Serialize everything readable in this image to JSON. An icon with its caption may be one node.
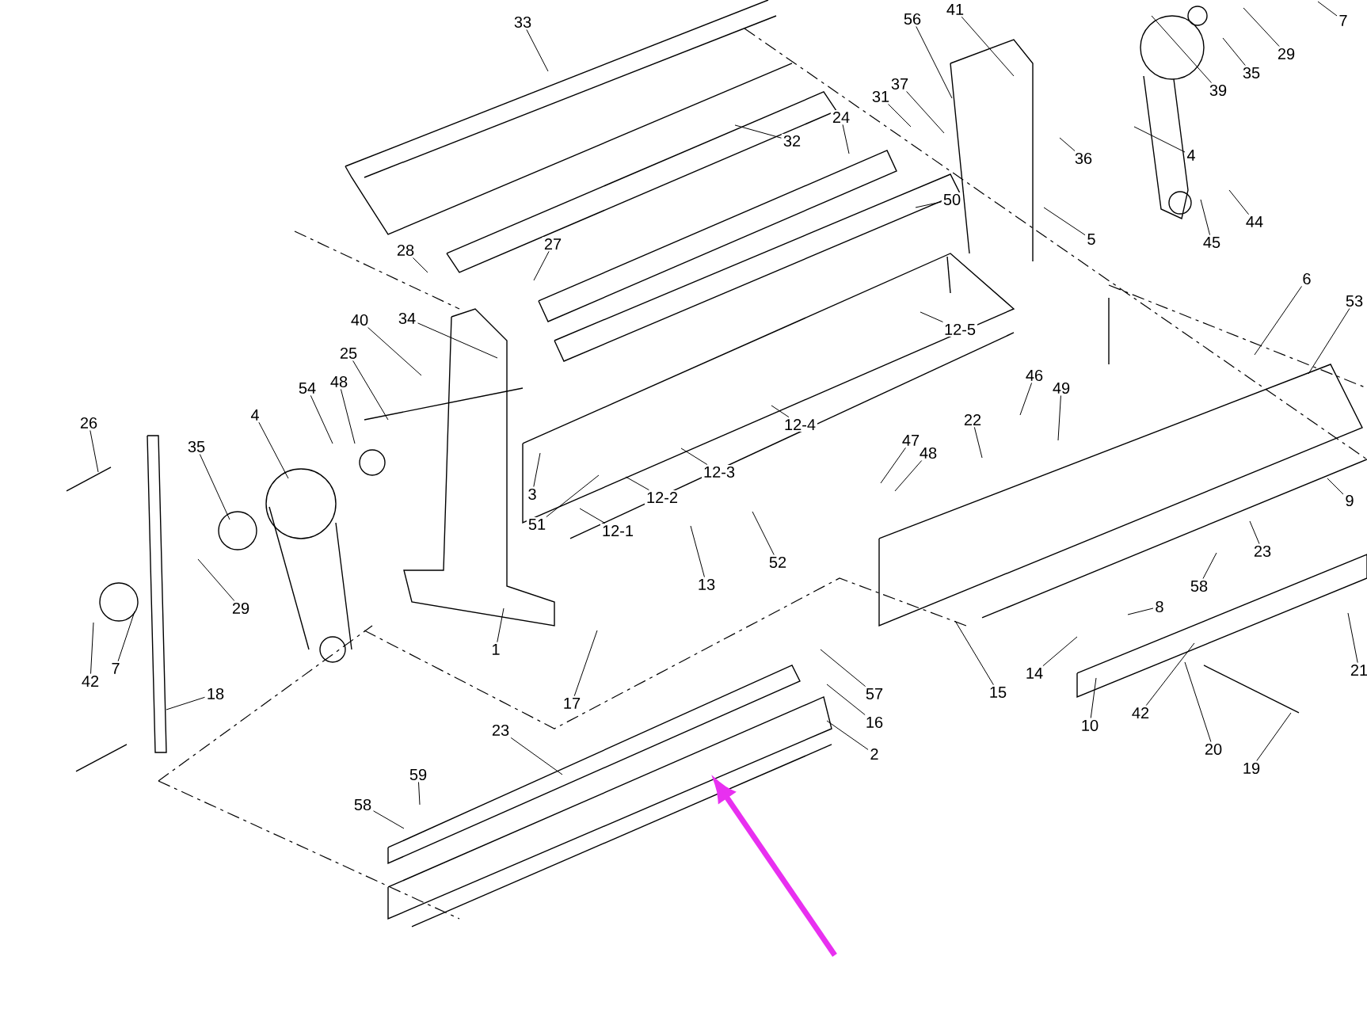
{
  "diagram": {
    "nodes": [
      {
        "text": [
          "33"
        ]
      },
      {
        "text": [
          "56"
        ]
      },
      {
        "text": [
          "41"
        ]
      },
      {
        "text": [
          "39"
        ]
      },
      {
        "text": [
          "35"
        ]
      },
      {
        "text": [
          "29"
        ]
      },
      {
        "text": [
          "7"
        ]
      },
      {
        "text": [
          "37"
        ]
      },
      {
        "text": [
          "31"
        ]
      },
      {
        "text": [
          "24"
        ]
      },
      {
        "text": [
          "32"
        ]
      },
      {
        "text": [
          "36"
        ]
      },
      {
        "text": [
          "4"
        ]
      },
      {
        "text": [
          "50"
        ]
      },
      {
        "text": [
          "44"
        ]
      },
      {
        "text": [
          "45"
        ]
      },
      {
        "text": [
          "5"
        ]
      },
      {
        "text": [
          "28"
        ]
      },
      {
        "text": [
          "27"
        ]
      },
      {
        "text": [
          "6"
        ]
      },
      {
        "text": [
          "53"
        ]
      },
      {
        "text": [
          "12-5"
        ]
      },
      {
        "text": [
          "40"
        ]
      },
      {
        "text": [
          "34"
        ]
      },
      {
        "text": [
          "25"
        ]
      },
      {
        "text": [
          "46"
        ]
      },
      {
        "text": [
          "49"
        ]
      },
      {
        "text": [
          "12-4"
        ]
      },
      {
        "text": [
          "22"
        ]
      },
      {
        "text": [
          "54"
        ]
      },
      {
        "text": [
          "48"
        ]
      },
      {
        "text": [
          "47"
        ]
      },
      {
        "text": [
          "48"
        ]
      },
      {
        "text": [
          "26"
        ]
      },
      {
        "text": [
          "35"
        ]
      },
      {
        "text": [
          "4"
        ]
      },
      {
        "text": [
          "12-3"
        ]
      },
      {
        "text": [
          "12-2"
        ]
      },
      {
        "text": [
          "3"
        ]
      },
      {
        "text": [
          "51"
        ]
      },
      {
        "text": [
          "12-1"
        ]
      },
      {
        "text": [
          "9"
        ]
      },
      {
        "text": [
          "23"
        ]
      },
      {
        "text": [
          "58"
        ]
      },
      {
        "text": [
          "13"
        ]
      },
      {
        "text": [
          "52"
        ]
      },
      {
        "text": [
          "8"
        ]
      },
      {
        "text": [
          "29"
        ]
      },
      {
        "text": [
          "42"
        ]
      },
      {
        "text": [
          "7"
        ]
      },
      {
        "text": [
          "1"
        ]
      },
      {
        "text": [
          "17"
        ]
      },
      {
        "text": [
          "18"
        ]
      },
      {
        "text": [
          "15"
        ]
      },
      {
        "text": [
          "14"
        ]
      },
      {
        "text": [
          "10"
        ]
      },
      {
        "text": [
          "42"
        ]
      },
      {
        "text": [
          "20"
        ]
      },
      {
        "text": [
          "19"
        ]
      },
      {
        "text": [
          "21"
        ]
      },
      {
        "text": [
          "57"
        ]
      },
      {
        "text": [
          "16"
        ]
      },
      {
        "text": [
          "2"
        ]
      },
      {
        "text": [
          "23"
        ]
      },
      {
        "text": [
          "59"
        ]
      },
      {
        "text": [
          "58"
        ]
      }
    ],
    "edges": [
      {
        "from": 0,
        "to": null,
        "arrow": "none"
      },
      {
        "from": 1,
        "to": null,
        "arrow": "none"
      },
      {
        "from": 2,
        "to": null,
        "arrow": "none"
      },
      {
        "from": 3,
        "to": null,
        "arrow": "none"
      },
      {
        "from": 4,
        "to": null,
        "arrow": "none"
      },
      {
        "from": 5,
        "to": null,
        "arrow": "none"
      },
      {
        "from": 6,
        "to": null,
        "arrow": "none"
      },
      {
        "from": 7,
        "to": null,
        "arrow": "none"
      },
      {
        "from": 8,
        "to": null,
        "arrow": "none"
      },
      {
        "from": 9,
        "to": null,
        "arrow": "none"
      },
      {
        "from": 10,
        "to": null,
        "arrow": "none"
      },
      {
        "from": 11,
        "to": null,
        "arrow": "none"
      },
      {
        "from": 12,
        "to": null,
        "arrow": "none"
      },
      {
        "from": 13,
        "to": null,
        "arrow": "none"
      },
      {
        "from": 14,
        "to": null,
        "arrow": "none"
      },
      {
        "from": 15,
        "to": null,
        "arrow": "none"
      },
      {
        "from": 16,
        "to": null,
        "arrow": "none"
      },
      {
        "from": 17,
        "to": null,
        "arrow": "none"
      },
      {
        "from": 18,
        "to": null,
        "arrow": "none"
      },
      {
        "from": 19,
        "to": null,
        "arrow": "none"
      },
      {
        "from": 20,
        "to": null,
        "arrow": "none"
      },
      {
        "from": 21,
        "to": null,
        "arrow": "none"
      },
      {
        "from": 22,
        "to": null,
        "arrow": "none"
      },
      {
        "from": 23,
        "to": null,
        "arrow": "none"
      },
      {
        "from": 24,
        "to": null,
        "arrow": "none"
      },
      {
        "from": 25,
        "to": null,
        "arrow": "none"
      },
      {
        "from": 26,
        "to": null,
        "arrow": "none"
      },
      {
        "from": 27,
        "to": null,
        "arrow": "none"
      },
      {
        "from": 28,
        "to": null,
        "arrow": "none"
      },
      {
        "from": 29,
        "to": null,
        "arrow": "none"
      },
      {
        "from": 30,
        "to": null,
        "arrow": "none"
      },
      {
        "from": 31,
        "to": null,
        "arrow": "none"
      },
      {
        "from": 32,
        "to": null,
        "arrow": "none"
      },
      {
        "from": 33,
        "to": null,
        "arrow": "none"
      },
      {
        "from": 34,
        "to": null,
        "arrow": "none"
      },
      {
        "from": 35,
        "to": null,
        "arrow": "none"
      },
      {
        "from": 36,
        "to": null,
        "arrow": "none"
      },
      {
        "from": 37,
        "to": null,
        "arrow": "none"
      },
      {
        "from": 38,
        "to": null,
        "arrow": "none"
      },
      {
        "from": 39,
        "to": null,
        "arrow": "none"
      },
      {
        "from": 40,
        "to": null,
        "arrow": "none"
      },
      {
        "from": 41,
        "to": null,
        "arrow": "none"
      },
      {
        "from": 42,
        "to": null,
        "arrow": "none"
      },
      {
        "from": 43,
        "to": null,
        "arrow": "none"
      },
      {
        "from": 44,
        "to": null,
        "arrow": "none"
      },
      {
        "from": 45,
        "to": null,
        "arrow": "none"
      },
      {
        "from": 46,
        "to": null,
        "arrow": "none"
      },
      {
        "from": 47,
        "to": null,
        "arrow": "none"
      },
      {
        "from": 48,
        "to": null,
        "arrow": "none"
      },
      {
        "from": 49,
        "to": null,
        "arrow": "none"
      },
      {
        "from": 50,
        "to": null,
        "arrow": "none"
      },
      {
        "from": 51,
        "to": null,
        "arrow": "none"
      },
      {
        "from": 52,
        "to": null,
        "arrow": "none"
      },
      {
        "from": 53,
        "to": null,
        "arrow": "none"
      },
      {
        "from": 54,
        "to": null,
        "arrow": "none"
      },
      {
        "from": 55,
        "to": null,
        "arrow": "none"
      },
      {
        "from": 56,
        "to": null,
        "arrow": "none"
      },
      {
        "from": 57,
        "to": null,
        "arrow": "none"
      },
      {
        "from": 58,
        "to": null,
        "arrow": "none"
      },
      {
        "from": 59,
        "to": null,
        "arrow": "none"
      },
      {
        "from": 60,
        "to": null,
        "arrow": "none"
      },
      {
        "from": 61,
        "to": null,
        "arrow": "none"
      },
      {
        "from": 62,
        "to": null,
        "arrow": "none"
      },
      {
        "from": 63,
        "to": null,
        "arrow": "none"
      },
      {
        "from": 64,
        "to": null,
        "arrow": "none"
      },
      {
        "from": 65,
        "to": null,
        "arrow": "none"
      }
    ]
  }
}
